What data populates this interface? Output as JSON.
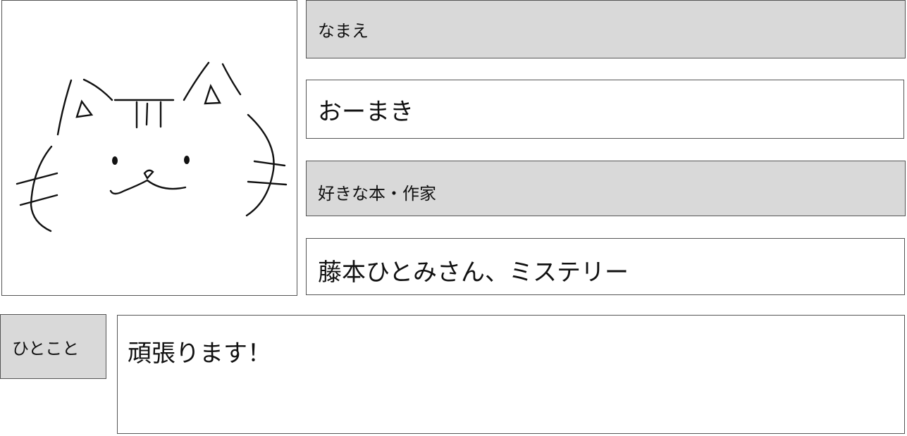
{
  "profile": {
    "avatar_icon": "cat-drawing",
    "name_label": "なまえ",
    "name_value": "おーまき",
    "favorite_label": "好きな本・作家",
    "favorite_value": "藤本ひとみさん、ミステリー",
    "comment_label": "ひとこと",
    "comment_value": "頑張ります！"
  }
}
